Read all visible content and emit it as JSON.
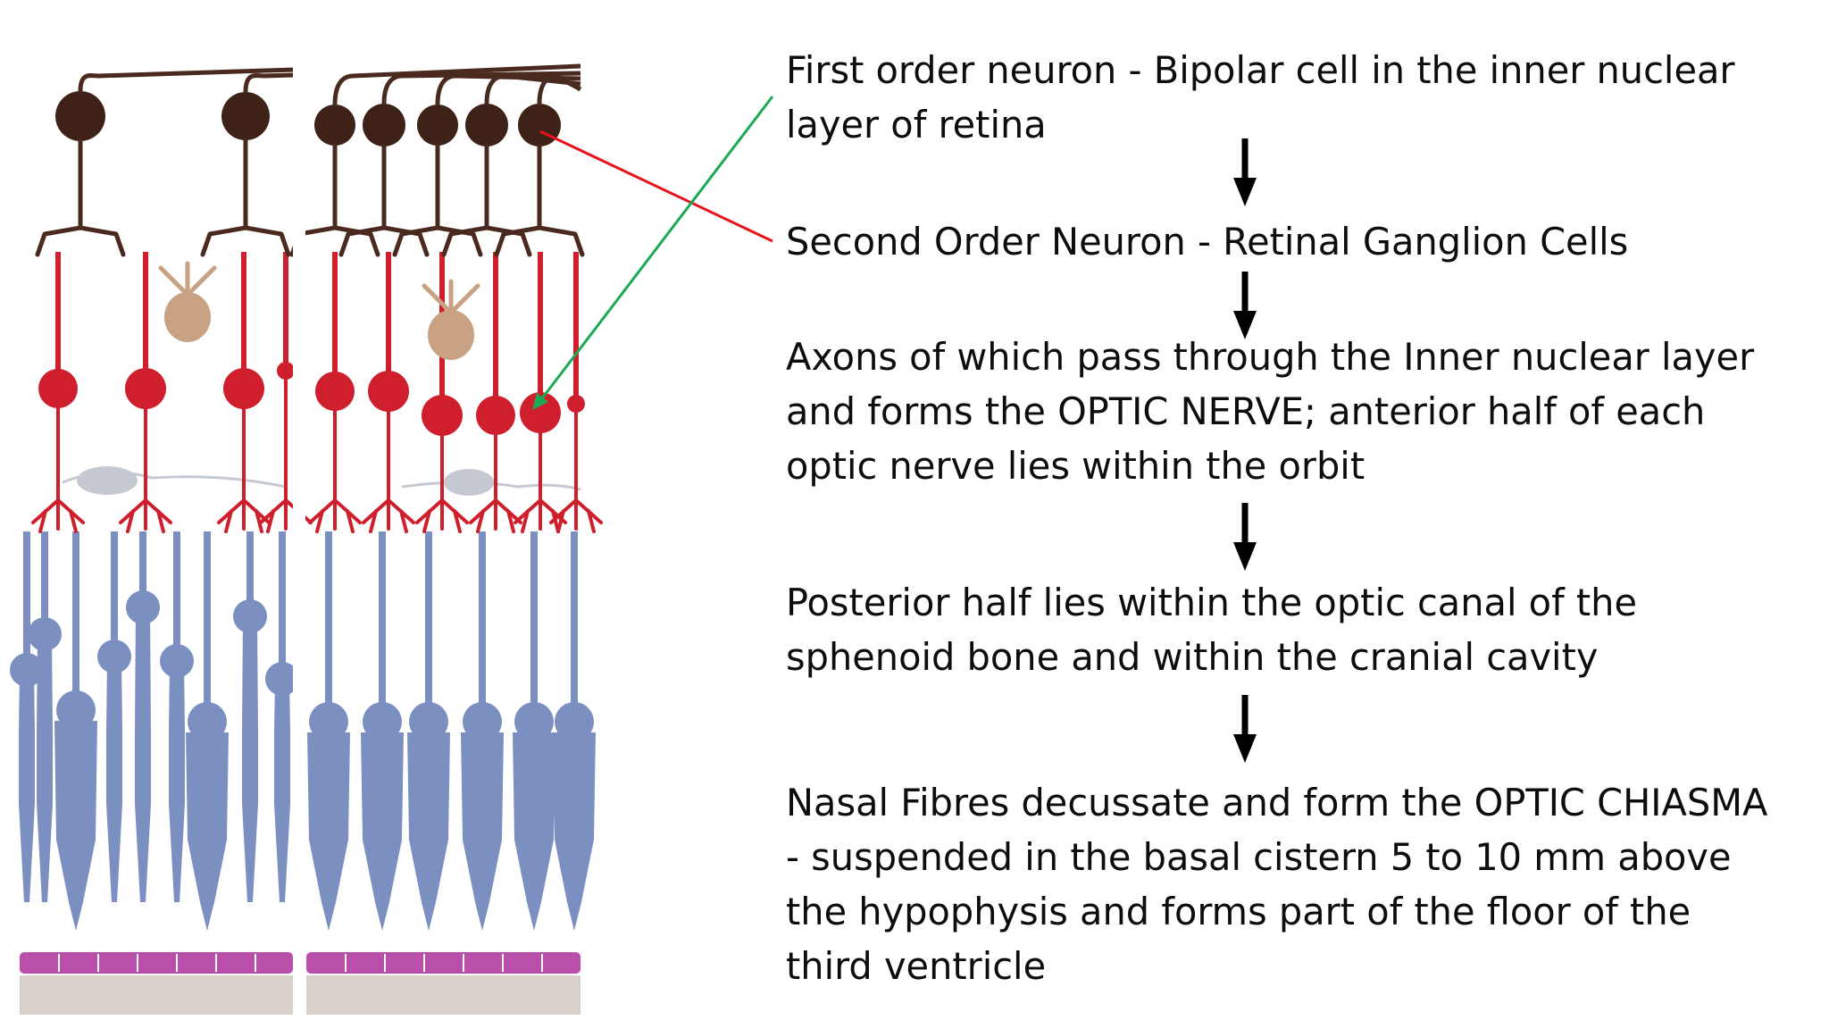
{
  "colors": {
    "bipolar": "#4a2a1e",
    "bipolar_soma": "#3e2218",
    "ganglion": "#cf1f2c",
    "amacrine": "#c9a183",
    "horizontal": "#c4c9d2",
    "photoreceptor": "#7b90c1",
    "rpe": "#b94fa8",
    "choroid": "#d8d0c9",
    "red_pointer": "#e8121a",
    "green_pointer": "#1aaa55",
    "arrow": "#000000"
  },
  "arrows": [
    "down-arrow",
    "down-arrow",
    "down-arrow",
    "down-arrow"
  ],
  "steps": [
    {
      "lines": [
        "First order neuron - Bipolar cell in the inner nuclear",
        "layer of retina"
      ]
    },
    {
      "lines": [
        "Second Order Neuron - Retinal Ganglion Cells"
      ]
    },
    {
      "lines": [
        "Axons of which pass through the Inner nuclear layer",
        "and forms the OPTIC NERVE; anterior half of each",
        "optic nerve lies within the orbit"
      ]
    },
    {
      "lines": [
        "Posterior half lies within the optic canal of the",
        "sphenoid bone and within the cranial cavity"
      ]
    },
    {
      "lines": [
        "Nasal Fibres decussate and form the OPTIC CHIASMA",
        "- suspended in the basal cistern 5 to 10 mm above",
        "the hypophysis and forms part of the floor of the",
        "third ventricle"
      ]
    }
  ]
}
